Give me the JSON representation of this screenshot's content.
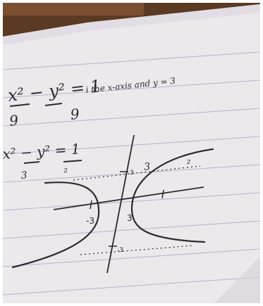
{
  "photo": {
    "subject": "handwritten hyperbola sketch on lined notebook paper",
    "colors": {
      "table": "#5a3a22",
      "table_light": "#7a4e2e",
      "paper": "#ece8ec",
      "paper_shadow": "#d8d2da",
      "rule_line": "#b9b4cc",
      "ink": "#2b2b30"
    }
  },
  "handwriting": {
    "line1_eq": "x² − y² = 1",
    "line1_den": "9 9",
    "line1_note": "i the x-axis and y = 3",
    "line2_eq": "x² − y² = 1",
    "line2_den": "3² 3²",
    "tick_left": "-3",
    "tick_right": "3",
    "tick_top": "3",
    "tick_bottom": "-3"
  }
}
